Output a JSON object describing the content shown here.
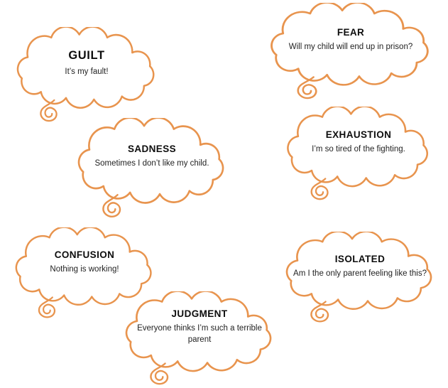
{
  "page": {
    "description": "Seven orange thought clouds describing parent emotions"
  },
  "colors": {
    "outline": "#E8944E",
    "text": "#111111",
    "background": "#ffffff"
  },
  "bubbles": [
    {
      "id": "guilt",
      "title": "GUILT",
      "text": "It’s my fault!"
    },
    {
      "id": "fear",
      "title": "FEAR",
      "text": "Will my child will end up in prison?"
    },
    {
      "id": "sadness",
      "title": "SADNESS",
      "text": "Sometimes I don’t like my child."
    },
    {
      "id": "exhaustion",
      "title": "EXHAUSTION",
      "text": "I’m so tired of the fighting."
    },
    {
      "id": "confusion",
      "title": "CONFUSION",
      "text": "Nothing is working!"
    },
    {
      "id": "isolated",
      "title": "ISOLATED",
      "text": "Am I the only parent feeling like this?"
    },
    {
      "id": "judgment",
      "title": "JUDGMENT",
      "text": "Everyone thinks I’m such a terrible parent"
    }
  ]
}
